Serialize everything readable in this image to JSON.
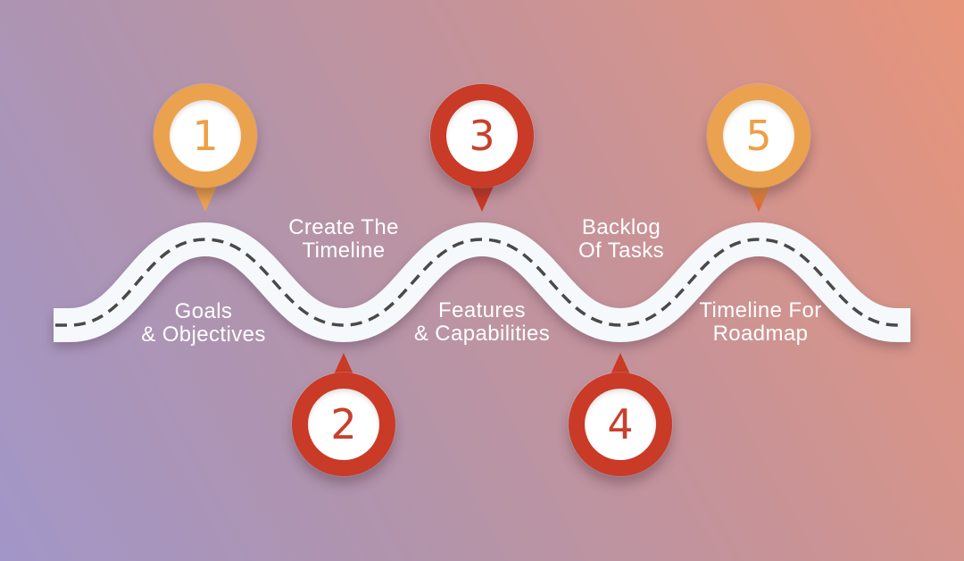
{
  "infographic": {
    "type": "roadmap-timeline",
    "milestones": [
      {
        "number": "1",
        "label_line1": "Goals",
        "label_line2": "& Objectives",
        "theme": "orange",
        "pin_position": "top"
      },
      {
        "number": "2",
        "label_line1": "Create The",
        "label_line2": "Timeline",
        "theme": "red",
        "pin_position": "bottom"
      },
      {
        "number": "3",
        "label_line1": "Features",
        "label_line2": "& Capabilities",
        "theme": "red",
        "pin_position": "top"
      },
      {
        "number": "4",
        "label_line1": "Backlog",
        "label_line2": "Of Tasks",
        "theme": "red",
        "pin_position": "bottom"
      },
      {
        "number": "5",
        "label_line1": "Timeline For",
        "label_line2": "Roadmap",
        "theme": "orange",
        "pin_position": "top"
      }
    ],
    "colors": {
      "background_gradient_start": "#a296c8",
      "background_gradient_mid": "#c79398",
      "background_gradient_end": "#e7957a",
      "road_fill": "#f5f9fb",
      "road_dash": "#4b4948",
      "pin_orange": "#eba24f",
      "pin_red": "#c93a27",
      "pin_number_orange": "#ef9f45",
      "pin_number_red": "#c8402c",
      "label_text": "#ffffff"
    }
  }
}
